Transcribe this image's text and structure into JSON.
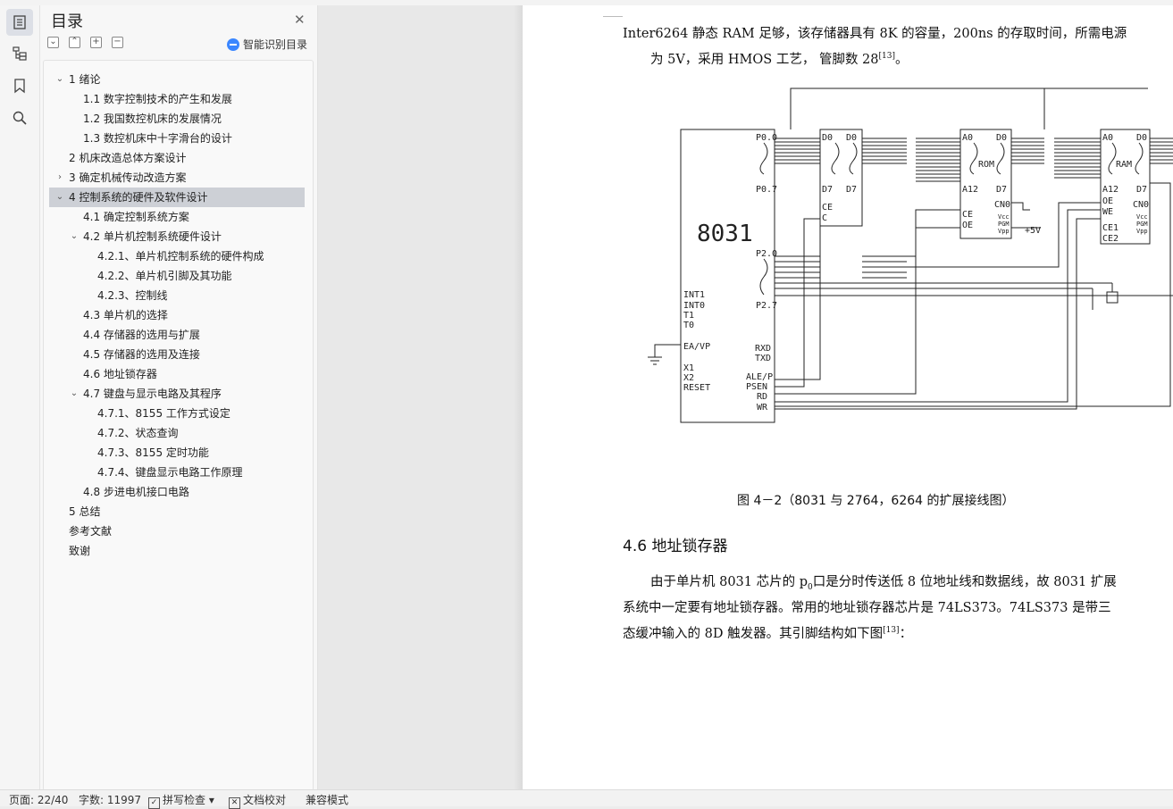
{
  "toc": {
    "title": "目录",
    "smart_label": "智能识别目录",
    "items": [
      {
        "label": "1  绪论",
        "level": 1,
        "expander": "expanded"
      },
      {
        "label": "1.1 数字控制技术的产生和发展",
        "level": 2,
        "expander": "none"
      },
      {
        "label": "1.2 我国数控机床的发展情况",
        "level": 2,
        "expander": "none"
      },
      {
        "label": "1.3 数控机床中十字滑台的设计",
        "level": 2,
        "expander": "none"
      },
      {
        "label": "2  机床改造总体方案设计",
        "level": 1,
        "expander": "none"
      },
      {
        "label": "3  确定机械传动改造方案",
        "level": 1,
        "expander": "collapsed"
      },
      {
        "label": "4  控制系统的硬件及软件设计",
        "level": 1,
        "expander": "expanded",
        "selected": true
      },
      {
        "label": "4.1  确定控制系统方案",
        "level": 2,
        "expander": "none"
      },
      {
        "label": "4.2  单片机控制系统硬件设计",
        "level": 2,
        "expander": "expanded"
      },
      {
        "label": "4.2.1、单片机控制系统的硬件构成",
        "level": 3,
        "expander": "none"
      },
      {
        "label": "4.2.2、单片机引脚及其功能",
        "level": 3,
        "expander": "none"
      },
      {
        "label": "4.2.3、控制线",
        "level": 3,
        "expander": "none"
      },
      {
        "label": "4.3  单片机的选择",
        "level": 2,
        "expander": "none"
      },
      {
        "label": "4.4  存储器的选用与扩展",
        "level": 2,
        "expander": "none"
      },
      {
        "label": "4.5  存储器的选用及连接",
        "level": 2,
        "expander": "none"
      },
      {
        "label": "4.6  地址锁存器",
        "level": 2,
        "expander": "none"
      },
      {
        "label": "4.7  键盘与显示电路及其程序",
        "level": 2,
        "expander": "expanded"
      },
      {
        "label": "4.7.1、8155 工作方式设定",
        "level": 3,
        "expander": "none"
      },
      {
        "label": "4.7.2、状态查询",
        "level": 3,
        "expander": "none"
      },
      {
        "label": "4.7.3、8155 定时功能",
        "level": 3,
        "expander": "none"
      },
      {
        "label": "4.7.4、键盘显示电路工作原理",
        "level": 3,
        "expander": "none"
      },
      {
        "label": "4.8  步进电机接口电路",
        "level": 2,
        "expander": "none"
      },
      {
        "label": "5  总结",
        "level": 1,
        "expander": "none"
      },
      {
        "label": "参考文献",
        "level": 1,
        "expander": "none"
      },
      {
        "label": "致谢",
        "level": 1,
        "expander": "none"
      }
    ]
  },
  "document": {
    "para1_line1": "Inter6264 静态 RAM 足够，该存储器具有 8K 的容量，200ns 的存取时间，所需电源",
    "para1_line2": "为 5V，采用 HMOS 工艺，  管脚数 28",
    "para1_ref": "[13]",
    "para1_end": "。",
    "figure_caption": "图 4－2（8031 与 2764，6264 的扩展接线图）",
    "section_heading": "4.6  地址锁存器",
    "para2_line1_a": "由于单片机 8031 芯片的 p",
    "para2_line1_sub": "0",
    "para2_line1_b": "口是分时传送低 8 位地址线和数据线，故 8031 扩展",
    "para2_line2": "系统中一定要有地址锁存器。常用的地址锁存器芯片是 74LS373。74LS373 是带三",
    "para2_line3": "态缓冲输入的 8D 触发器。其引脚结构如下图",
    "para2_ref": "[13]",
    "para2_end": "："
  },
  "diagram": {
    "mcu_label": "8031",
    "mcu_pins": [
      "P0.0",
      "P0.7",
      "P2.0",
      "P2.7",
      "INT1",
      "INT0",
      "T1",
      "T0",
      "EA/VP",
      "X1",
      "X2",
      "RESET",
      "RXD",
      "TXD",
      "ALE/P",
      "PSEN",
      "RD",
      "WR"
    ],
    "latch_pins": [
      "D0",
      "D0",
      "D7",
      "D7",
      "CE",
      "C"
    ],
    "rom_label": "ROM",
    "rom_pins": [
      "A0",
      "D0",
      "A12",
      "D7",
      "CE",
      "OE",
      "CN0",
      "Vcc",
      "PGM",
      "Vpp"
    ],
    "ram_label": "RAM",
    "ram_pins": [
      "A0",
      "D0",
      "A12",
      "D7",
      "OE",
      "WE",
      "CE1",
      "CE2",
      "CN0",
      "Vcc",
      "PGM",
      "Vpp"
    ],
    "power_label": "+5V"
  },
  "status": {
    "page": "页面: 22/40",
    "words": "字数: 11997",
    "spell": "拼写检查",
    "proof": "文档校对",
    "compat": "兼容模式"
  }
}
